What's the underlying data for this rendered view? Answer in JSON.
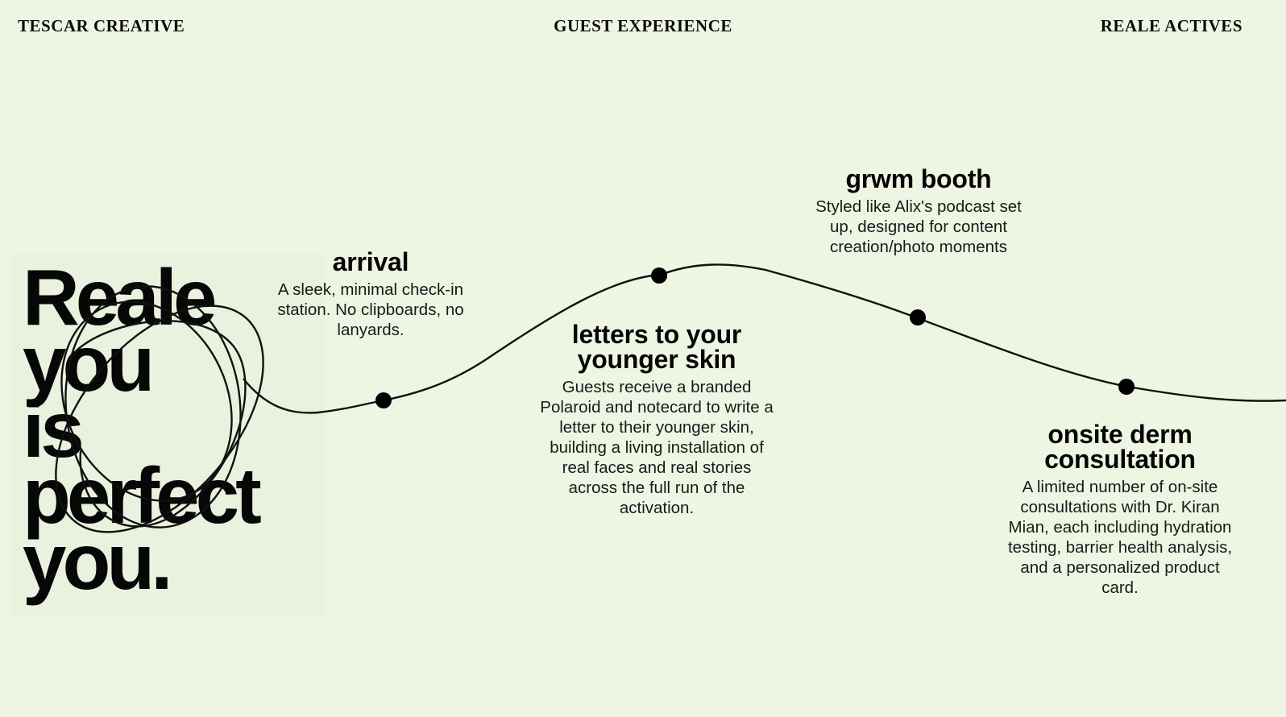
{
  "header": {
    "left": "TESCAR CREATIVE",
    "center": "GUEST EXPERIENCE",
    "right": "REALE ACTIVES"
  },
  "hero": {
    "lines": [
      "Reale",
      "you",
      "is",
      "perfect",
      "you."
    ]
  },
  "stops": [
    {
      "title": "arrival",
      "description": "A sleek, minimal check-in station. No clipboards, no lanyards."
    },
    {
      "title": "letters to your younger skin",
      "description": "Guests receive a branded Polaroid and notecard to write a letter to their younger skin, building a living installation of real faces and real stories across the full run of the activation."
    },
    {
      "title": "grwm booth",
      "description": "Styled like Alix's podcast set up, designed for content creation/photo moments"
    },
    {
      "title": "onsite derm consultation",
      "description": "A limited number of on-site consultations with Dr. Kiran Mian, each including hydration testing, barrier health analysis, and a personalized product card."
    }
  ],
  "colors": {
    "background": "#eef5e3",
    "ink": "#0b0b0b"
  }
}
